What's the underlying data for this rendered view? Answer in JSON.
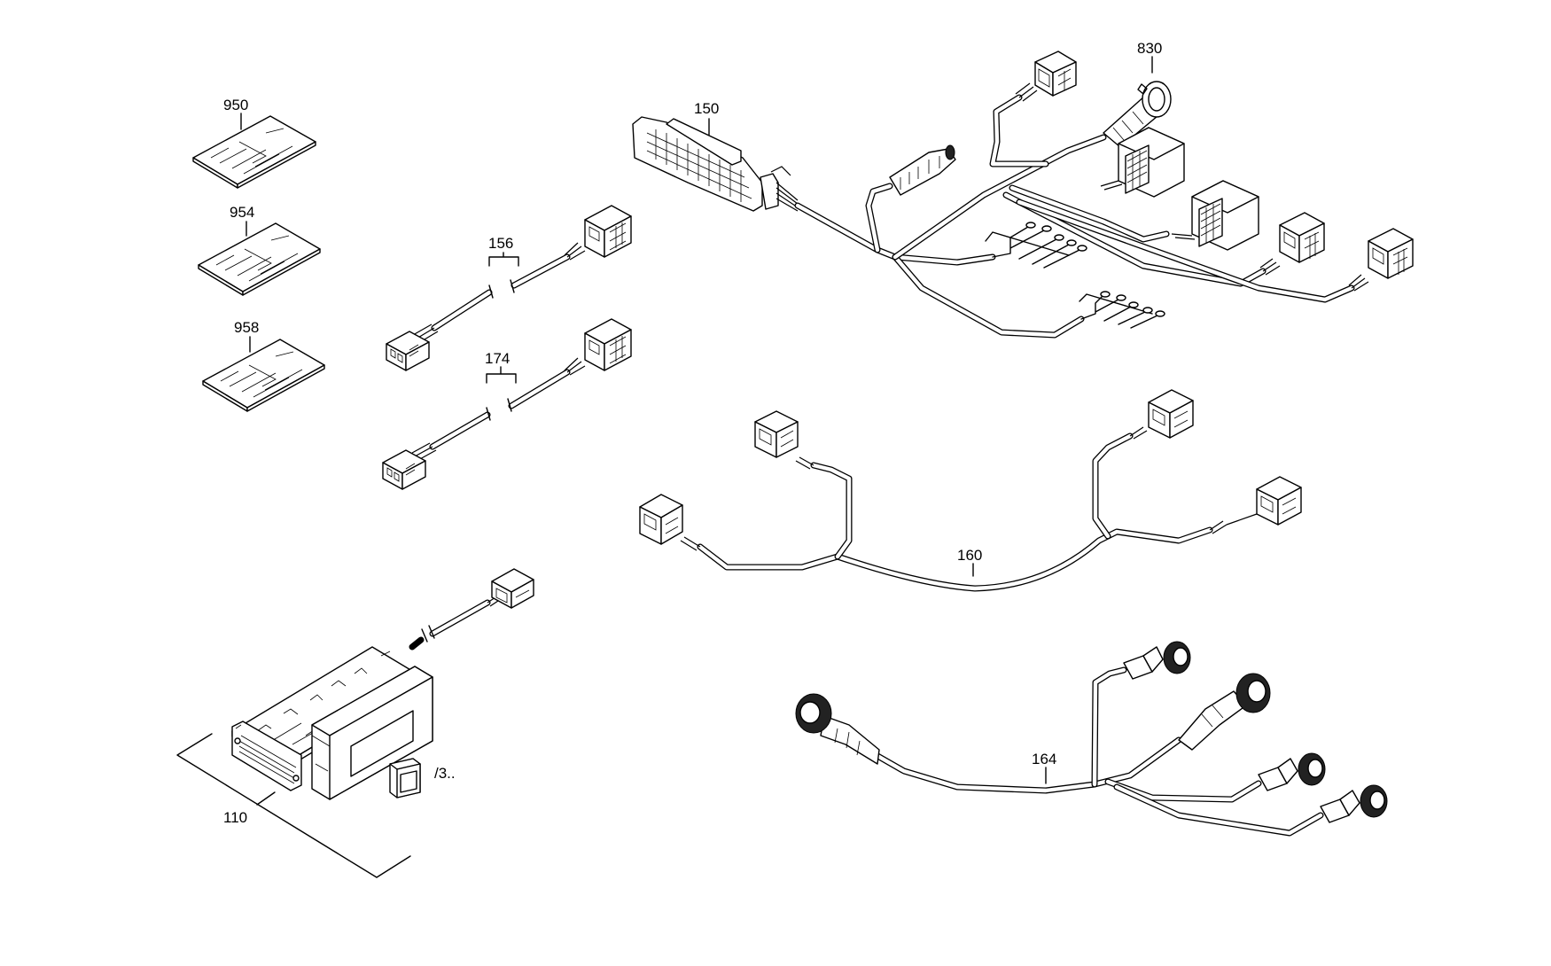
{
  "labels": {
    "p950": "950",
    "p954": "954",
    "p958": "958",
    "p156": "156",
    "p174": "174",
    "p150": "150",
    "p830": "830",
    "p160": "160",
    "p164": "164",
    "p110": "110",
    "ref3": "/3.."
  },
  "colors": {
    "line": "#000000",
    "background": "#ffffff"
  }
}
